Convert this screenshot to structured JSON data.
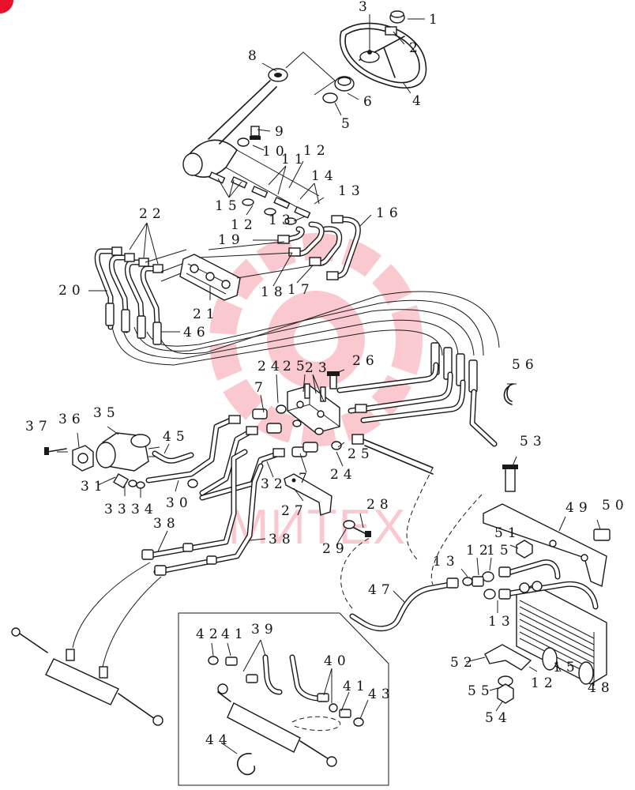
{
  "brand": {
    "watermark_text": "МИТЕХ",
    "watermark_color": "#e8102a",
    "corner_badge_color": "#e8102a"
  },
  "callouts": [
    {
      "id": "c1",
      "text": "1"
    },
    {
      "id": "c2",
      "text": "2"
    },
    {
      "id": "c3",
      "text": "3"
    },
    {
      "id": "c4",
      "text": "4"
    },
    {
      "id": "c5",
      "text": "5"
    },
    {
      "id": "c6",
      "text": "6"
    },
    {
      "id": "c8",
      "text": "8"
    },
    {
      "id": "c9",
      "text": "9"
    },
    {
      "id": "c10",
      "text": "10"
    },
    {
      "id": "c11",
      "text": "11"
    },
    {
      "id": "c12",
      "text": "12"
    },
    {
      "id": "c14",
      "text": "14"
    },
    {
      "id": "c13",
      "text": "13"
    },
    {
      "id": "c15",
      "text": "15"
    },
    {
      "id": "c12b",
      "text": "12"
    },
    {
      "id": "c13b",
      "text": "13"
    },
    {
      "id": "c16",
      "text": "16"
    },
    {
      "id": "c22",
      "text": "22"
    },
    {
      "id": "c19",
      "text": "19"
    },
    {
      "id": "c20",
      "text": "20"
    },
    {
      "id": "c18",
      "text": "18"
    },
    {
      "id": "c17",
      "text": "17"
    },
    {
      "id": "c21",
      "text": "21"
    },
    {
      "id": "c46",
      "text": "46"
    },
    {
      "id": "c24",
      "text": "24"
    },
    {
      "id": "c25",
      "text": "25"
    },
    {
      "id": "c23",
      "text": "23"
    },
    {
      "id": "c26",
      "text": "26"
    },
    {
      "id": "c56",
      "text": "56"
    },
    {
      "id": "c7a",
      "text": "7"
    },
    {
      "id": "c37",
      "text": "37"
    },
    {
      "id": "c36",
      "text": "36"
    },
    {
      "id": "c35",
      "text": "35"
    },
    {
      "id": "c45",
      "text": "45"
    },
    {
      "id": "c25b",
      "text": "25"
    },
    {
      "id": "c24b",
      "text": "24"
    },
    {
      "id": "c7b",
      "text": "7"
    },
    {
      "id": "c53",
      "text": "53"
    },
    {
      "id": "c31",
      "text": "31"
    },
    {
      "id": "c32",
      "text": "32"
    },
    {
      "id": "c30",
      "text": "30"
    },
    {
      "id": "c33",
      "text": "33"
    },
    {
      "id": "c34",
      "text": "34"
    },
    {
      "id": "c27",
      "text": "27"
    },
    {
      "id": "c28",
      "text": "28"
    },
    {
      "id": "c49",
      "text": "49"
    },
    {
      "id": "c50",
      "text": "50"
    },
    {
      "id": "c38a",
      "text": "38"
    },
    {
      "id": "c38b",
      "text": "38"
    },
    {
      "id": "c29",
      "text": "29"
    },
    {
      "id": "c51",
      "text": "51"
    },
    {
      "id": "c13c",
      "text": "13"
    },
    {
      "id": "c12c",
      "text": "12"
    },
    {
      "id": "c15b",
      "text": "15"
    },
    {
      "id": "c47",
      "text": "47"
    },
    {
      "id": "c13d",
      "text": "13"
    },
    {
      "id": "c42",
      "text": "42"
    },
    {
      "id": "c41",
      "text": "41"
    },
    {
      "id": "c39",
      "text": "39"
    },
    {
      "id": "c40",
      "text": "40"
    },
    {
      "id": "c52",
      "text": "52"
    },
    {
      "id": "c12d",
      "text": "12"
    },
    {
      "id": "c15c",
      "text": "15"
    },
    {
      "id": "c48",
      "text": "48"
    },
    {
      "id": "c41b",
      "text": "41"
    },
    {
      "id": "c43",
      "text": "43"
    },
    {
      "id": "c55",
      "text": "55"
    },
    {
      "id": "c54",
      "text": "54"
    },
    {
      "id": "c44",
      "text": "44"
    }
  ]
}
